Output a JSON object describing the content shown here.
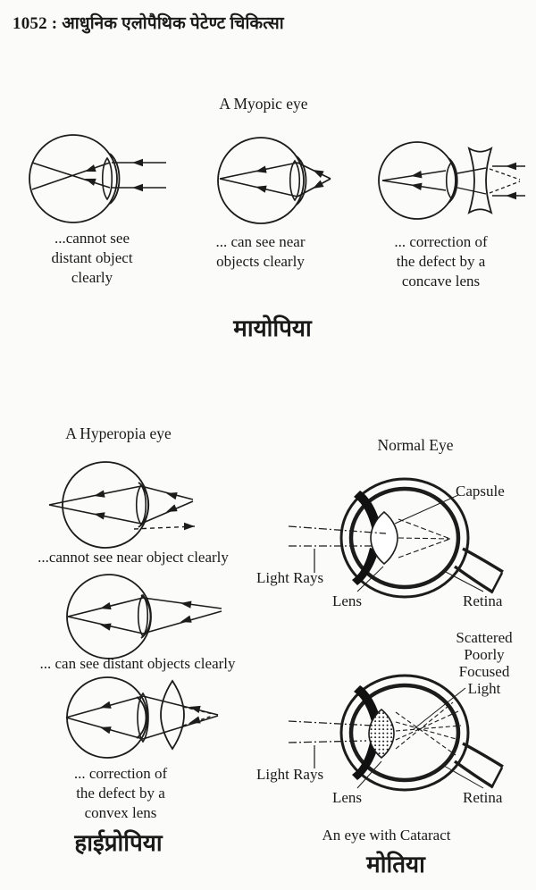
{
  "page": {
    "header": "1052 : आधुनिक एलोपैथिक पेटेण्ट चिकित्सा"
  },
  "myopia": {
    "title": "A Myopic eye",
    "caption1": "...cannot see\ndistant object\nclearly",
    "caption2": "... can see near\nobjects clearly",
    "caption3": "... correction of\nthe defect by a\nconcave lens",
    "label_hindi": "मायोपिया"
  },
  "hyperopia": {
    "title": "A Hyperopia eye",
    "caption1": "...cannot see near object clearly",
    "caption2": "... can see distant objects clearly",
    "caption3": "... correction of\nthe defect by a\nconvex lens",
    "label_hindi": "हाईप्रोपिया"
  },
  "normal_eye": {
    "title": "Normal Eye",
    "labels": {
      "capsule": "Capsule",
      "light_rays": "Light Rays",
      "lens": "Lens",
      "retina": "Retina"
    }
  },
  "cataract_eye": {
    "scattered": "Scattered\nPoorly\nFocused\nLight",
    "labels": {
      "light_rays": "Light Rays",
      "lens": "Lens",
      "retina": "Retina"
    },
    "caption": "An eye with Cataract",
    "label_hindi": "मोतिया"
  }
}
